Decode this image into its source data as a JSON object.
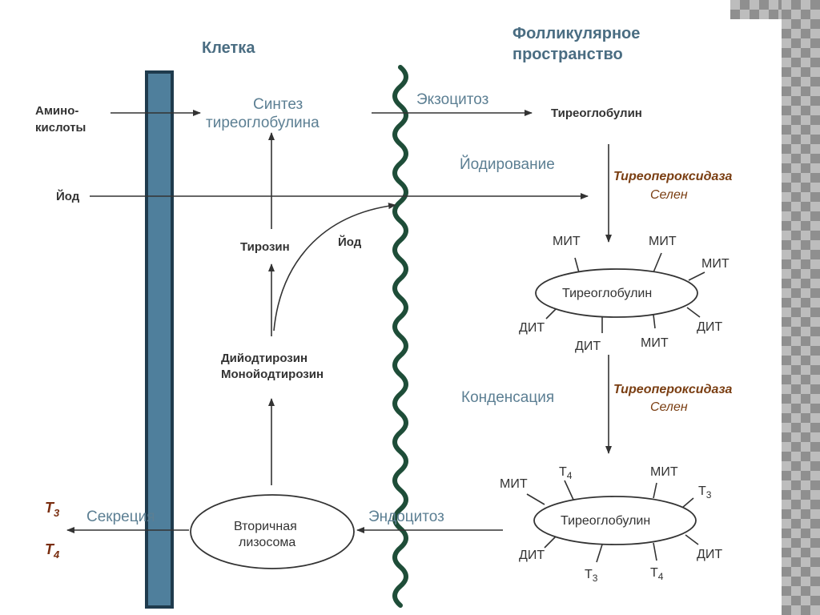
{
  "headers": {
    "cell": "Клетка",
    "follicular_line1": "Фолликулярное",
    "follicular_line2": "пространство"
  },
  "labels": {
    "amino_line1": "Амино-",
    "amino_line2": "кислоты",
    "iodine_in": "Йод",
    "synthesis_line1": "Синтез",
    "synthesis_line2": "тиреоглобулина",
    "exocytosis": "Экзоцитоз",
    "thyroglobulin": "Тиреоглобулин",
    "iodination": "Йодирование",
    "enzyme": "Тиреопероксидаза",
    "selenium": "Селен",
    "tyrosine": "Тирозин",
    "iodine_recycle": "Йод",
    "diiodotyrosine": "Дийодтирозин",
    "monoiodotyrosine": "Монойодтирозин",
    "condensation": "Конденсация",
    "secretion": "Секреция",
    "endocytosis": "Эндоцитоз",
    "lysosome_line1": "Вторичная",
    "lysosome_line2": "лизосома",
    "mit": "МИТ",
    "dit": "ДИТ",
    "t3_T": "T",
    "t3_sub": "3",
    "t4_T": "T",
    "t4_sub": "4"
  },
  "colors": {
    "membrane_fill": "#4f7f9c",
    "membrane_border": "#1f3b4d",
    "wavy_membrane": "#1e4d38",
    "enzyme_text": "#7a3e12",
    "header_text": "#4a6d82",
    "process_text": "#5c7f93"
  }
}
